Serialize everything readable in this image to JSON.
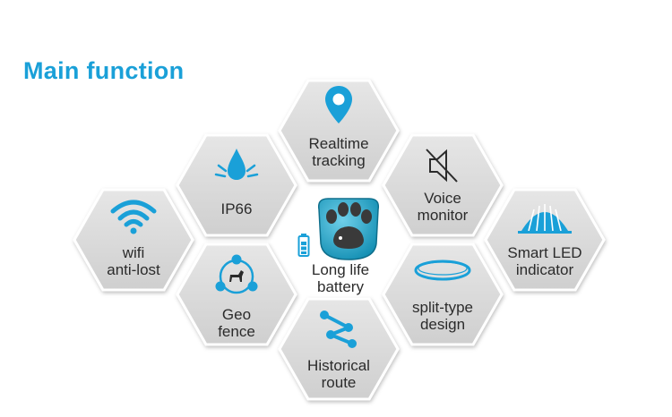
{
  "title": "Main function",
  "colors": {
    "accent": "#1aa0d8",
    "hex_fill": "#dcdcdc",
    "text": "#2b2b2b"
  },
  "features": {
    "realtime": {
      "line1": "Realtime",
      "line2": "tracking",
      "icon": "location-pin-icon"
    },
    "ip66": {
      "line1": "IP66",
      "icon": "water-drop-icon"
    },
    "voice": {
      "line1": "Voice",
      "line2": "monitor",
      "icon": "speaker-muted-icon"
    },
    "wifi": {
      "line1": "wifi",
      "line2": "anti-lost",
      "icon": "wifi-icon"
    },
    "smartled": {
      "line1": "Smart LED",
      "line2": "indicator",
      "icon": "led-light-icon"
    },
    "geofence": {
      "line1": "Geo",
      "line2": "fence",
      "icon": "dog-network-icon"
    },
    "split": {
      "line1": "split-type",
      "line2": "design",
      "icon": "ring-icon"
    },
    "historical": {
      "line1": "Historical",
      "line2": "route",
      "icon": "route-icon"
    },
    "battery": {
      "line1": "Long life",
      "line2": "battery",
      "icon": "paw-tracker-icon"
    }
  }
}
